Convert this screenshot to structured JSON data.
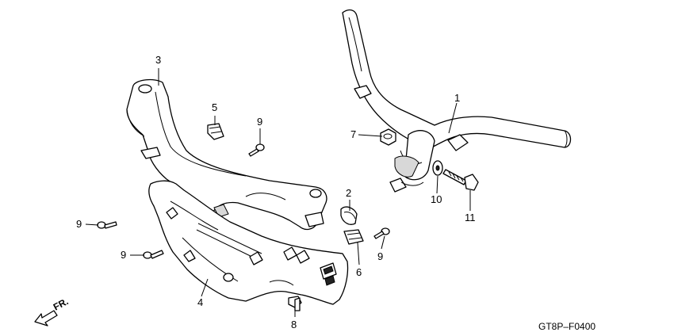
{
  "diagram": {
    "callouts": [
      {
        "id": "c1",
        "text": "1"
      },
      {
        "id": "c2",
        "text": "2"
      },
      {
        "id": "c3",
        "text": "3"
      },
      {
        "id": "c4",
        "text": "4"
      },
      {
        "id": "c5",
        "text": "5"
      },
      {
        "id": "c6",
        "text": "6"
      },
      {
        "id": "c7",
        "text": "7"
      },
      {
        "id": "c8",
        "text": "8"
      },
      {
        "id": "c9a",
        "text": "9"
      },
      {
        "id": "c9b",
        "text": "9"
      },
      {
        "id": "c9c",
        "text": "9"
      },
      {
        "id": "c9d",
        "text": "9"
      },
      {
        "id": "c10",
        "text": "10"
      },
      {
        "id": "c11",
        "text": "11"
      }
    ],
    "direction_label": "FR.",
    "figure_code": "GT8P–F0400"
  }
}
